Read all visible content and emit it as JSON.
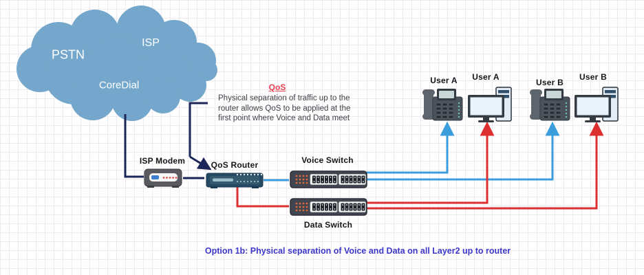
{
  "colors": {
    "cloud": "#74a7cb",
    "navy": "#1b2557",
    "voice_blue": "#3b9ddb",
    "data_red": "#dd2f2f",
    "qos_red": "#e8404d",
    "caption_blue": "#3d38c9",
    "label_dark": "#16161a",
    "ann_gray": "#3f3f46",
    "led_orange": "#e0693c"
  },
  "cloud": {
    "labels": {
      "pstn": "PSTN",
      "isp": "ISP",
      "coredial": "CoreDial"
    }
  },
  "devices": {
    "modem": {
      "label": "ISP Modem"
    },
    "router": {
      "label": "QoS Router"
    },
    "voice_switch": {
      "label": "Voice Switch"
    },
    "data_switch": {
      "label": "Data Switch"
    }
  },
  "users": {
    "a_phone": "User A",
    "a_pc": "User A",
    "b_phone": "User B",
    "b_pc": "User B"
  },
  "annotation": {
    "title": "QoS",
    "line1": "Physical separation of traffic up to the",
    "line2": "router allows QoS to be applied at the",
    "line3": "first point where Voice and Data meet"
  },
  "caption": "Option 1b: Physical separation of Voice and Data on all Layer2 up to router"
}
